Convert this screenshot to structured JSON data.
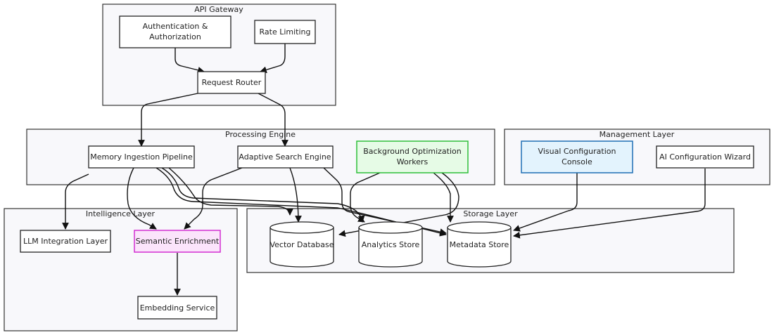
{
  "clusters": {
    "api_gateway": "API Gateway",
    "processing_engine": "Processing Engine",
    "management_layer": "Management Layer",
    "intelligence_layer": "Intelligence Layer",
    "storage_layer": "Storage Layer"
  },
  "nodes": {
    "auth": [
      "Authentication &",
      "Authorization"
    ],
    "rate_limiting": "Rate Limiting",
    "request_router": "Request Router",
    "memory_ingestion": "Memory Ingestion Pipeline",
    "adaptive_search": "Adaptive Search Engine",
    "background_workers": [
      "Background Optimization",
      "Workers"
    ],
    "visual_console": [
      "Visual Configuration",
      "Console"
    ],
    "ai_wizard": "AI Configuration Wizard",
    "llm_integration": "LLM Integration Layer",
    "semantic_enrichment": "Semantic Enrichment",
    "embedding_service": "Embedding Service",
    "vector_db": "Vector Database",
    "analytics_store": "Analytics Store",
    "metadata_store": "Metadata Store"
  },
  "colors": {
    "cluster_fill": "#f8f8fb",
    "cluster_stroke": "#333333",
    "node_fill": "#ffffff",
    "node_stroke": "#222222",
    "green_fill": "#e6fbe6",
    "green_stroke": "#2fbf3a",
    "blue_fill": "#e3f3fd",
    "blue_stroke": "#1f6fb5",
    "pink_fill": "#fbe4fb",
    "pink_stroke": "#d22ed2",
    "edge": "#111111"
  }
}
